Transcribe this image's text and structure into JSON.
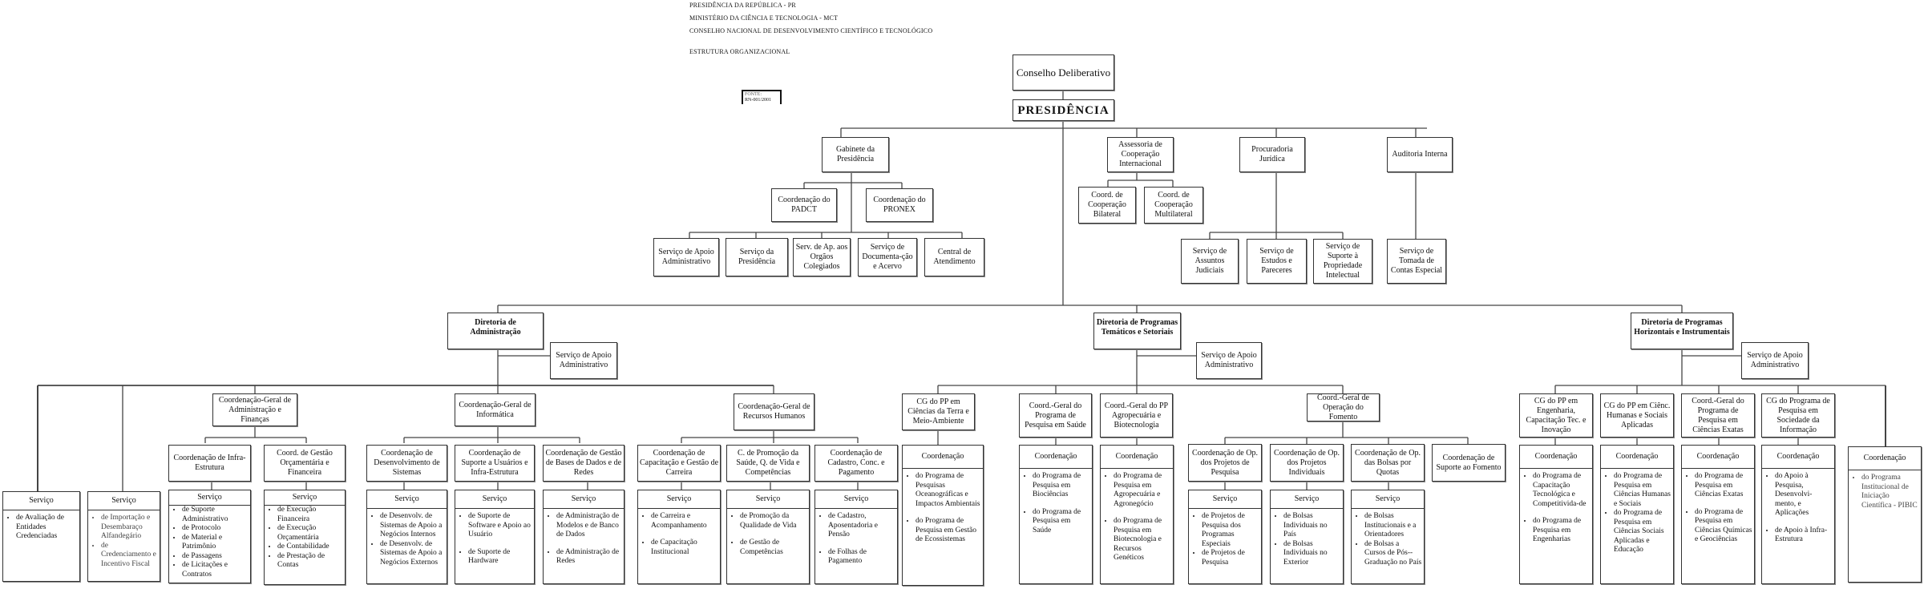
{
  "header": {
    "line1": "PRESIDÊNCIA DA REPÚBLICA - PR",
    "line2": "MINISTÉRIO DA CIÊNCIA E TECNOLOGIA - MCT",
    "line3": "CONSELHO NACIONAL DE DESENVOLVIMENTO CIENTÍFICO E TECNOLÓGICO",
    "line4": "ESTRUTURA ORGANIZACIONAL",
    "fonte_label": "FONTE:",
    "fonte_value": "RN-001/2001"
  },
  "top": {
    "conselho": "Conselho Deliberativo",
    "presidencia": "PRESIDÊNCIA"
  },
  "gabinete": {
    "title": "Gabinete da Presidência",
    "coords": [
      "Coordenação do PADCT",
      "Coordenação do PRONEX"
    ],
    "servicos": [
      "Serviço de Apoio Administrativo",
      "Serviço da Presidência",
      "Serv. de Ap. aos Orgãos Colegiados",
      "Serviço de Documenta-ção e Acervo",
      "Central de Atendimento"
    ]
  },
  "assessoria": {
    "title": "Assessoria de Cooperação Internacional",
    "coords": [
      "Coord. de Cooperação Bilateral",
      "Coord. de Cooperação Multilateral"
    ]
  },
  "procuradoria": {
    "title": "Procuradoria Jurídica",
    "servicos": [
      "Serviço de Assuntos Judiciais",
      "Serviço de Estudos e Pareceres",
      "Serviço de Suporte à Propriedade Intelectual"
    ]
  },
  "auditoria": {
    "title": "Auditoria Interna",
    "servicos": [
      "Serviço de Tomada de Contas Especial"
    ]
  },
  "dir_admin": {
    "title": "Diretoria de Administração",
    "apoio": "Serviço de Apoio Administrativo",
    "servicos_diretos": [
      {
        "header": "Serviço",
        "items": [
          "de Avaliação de Entidades Credenciadas"
        ]
      },
      {
        "header": "Serviço",
        "items": [
          "de Importação e Desembaraço Alfandegário",
          "de Credenciamento e Incentivo Fiscal"
        ]
      }
    ],
    "cgs": [
      {
        "title": "Coordenação-Geral de Administração e Finanças",
        "coords": [
          {
            "title": "Coordenação de Infra-Estrutura",
            "header": "Serviço",
            "items": [
              "de Suporte Administrativo",
              "de Protocolo",
              "de Material e Patrimônio",
              "de Passagens",
              "de Licitações e Contratos"
            ]
          },
          {
            "title": "Coord. de Gestão Orçamentária e Financeira",
            "header": "Serviço",
            "items": [
              "de Execução Financeira",
              "de Execução Orçamentária",
              "de Contabilidade",
              "de Prestação de Contas"
            ]
          }
        ]
      },
      {
        "title": "Coordenação-Geral de Informática",
        "coords": [
          {
            "title": "Coordenação de Desenvolvimento de Sistemas",
            "header": "Serviço",
            "items": [
              "de Desenvolv. de Sistemas de Apoio a Negócios Internos",
              "de Desenvolv. de Sistemas de Apoio a Negócios Externos"
            ]
          },
          {
            "title": "Coordenação de Suporte a Usuários e Infra-Estrutura",
            "header": "Serviço",
            "items": [
              "de Suporte de Software e Apoio ao Usuário",
              "de Suporte de Hardware"
            ]
          },
          {
            "title": "Coordenação de Gestão de Bases de Dados e de Redes",
            "header": "Serviço",
            "items": [
              "de Administração de Modelos e de Banco de Dados",
              "de Administração de Redes"
            ]
          }
        ]
      },
      {
        "title": "Coordenação-Geral de Recursos Humanos",
        "coords": [
          {
            "title": "Coordenação de Capacitação e Gestão de Carreira",
            "header": "Serviço",
            "items": [
              "de Carreira e Acompanhamento",
              "de Capacitação Institucional"
            ]
          },
          {
            "title": "C. de Promoção da Saúde, Q. de Vida e Competências",
            "header": "Serviço",
            "items": [
              "de Promoção da Qualidade de Vida",
              "de Gestão de Competências"
            ]
          },
          {
            "title": "Coordenação de Cadastro, Conc. e Pagamento",
            "header": "Serviço",
            "items": [
              "de Cadastro, Aposentadoria e Pensão",
              "de Folhas de Pagamento"
            ]
          }
        ]
      }
    ]
  },
  "dir_tematicos": {
    "title": "Diretoria de Programas Temáticos e Setoriais",
    "apoio": "Serviço de Apoio Administrativo",
    "cgs": [
      {
        "title": "CG do PP em Ciências da Terra e Meio-Ambiente",
        "header": "Coordenação",
        "items": [
          "do Programa de Pesquisas Oceanográficas e Impactos Ambientais",
          "do Programa de Pesquisa em Gestão de Ecossistemas"
        ]
      },
      {
        "title": "Coord.-Geral do Programa de Pesquisa em Saúde",
        "header": "Coordenação",
        "items": [
          "do Programa de Pesquisa em Biociências",
          "do Programa de Pesquisa em Saúde"
        ]
      },
      {
        "title": "Coord.-Geral do PP Agropecuária e Biotecnologia",
        "header": "Coordenação",
        "items": [
          "do Programa de Pesquisa em Agropecuária e Agronegócio",
          "do Programa de Pesquisa em Biotecnologia e Recursos Genéticos"
        ]
      }
    ],
    "fomento": {
      "title": "Coord.-Geral de Operação do Fomento",
      "coords": [
        {
          "title": "Coordenação de Op. dos Projetos de Pesquisa",
          "header": "Serviço",
          "items": [
            "de Projetos de Pesquisa dos Programas Especiais",
            "de Projetos de Pesquisa"
          ]
        },
        {
          "title": "Coordenação de Op. dos Projetos Individuais",
          "header": "Serviço",
          "items": [
            "de Bolsas Individuais no País",
            "de Bolsas Individuais no Exterior"
          ]
        },
        {
          "title": "Coordenação de Op. das Bolsas por Quotas",
          "header": "Serviço",
          "items": [
            "de Bolsas Institucionais e a Orientadores",
            "de Bolsas a Cursos de Pós--Graduação no País"
          ]
        },
        {
          "title": "Coordenação de Suporte ao Fomento"
        }
      ]
    }
  },
  "dir_horizontais": {
    "title": "Diretoria de Programas Horizontais e Instrumentais",
    "apoio": "Serviço de Apoio Administrativo",
    "cgs": [
      {
        "title": "CG do PP em Engenharia, Capacitação Tec. e Inovação",
        "header": "Coordenação",
        "items": [
          "do Programa de Capacitação Tecnológica e Competitivida-de",
          "do Programa de Pesquisa em Engenharias"
        ]
      },
      {
        "title": "CG do PP em Ciênc. Humanas e Sociais Aplicadas",
        "header": "Coordenação",
        "items": [
          "do Programa de Pesquisa em Ciências Humanas e Sociais",
          "do Programa de Pesquisa em Ciências Sociais Aplicadas e Educação"
        ]
      },
      {
        "title": "Coord.-Geral do Programa de Pesquisa em Ciências Exatas",
        "header": "Coordenação",
        "items": [
          "do Programa de Pesquisa em Ciências Exatas",
          "do Programa de Pesquisa em Ciências Químicas e Geociências"
        ]
      },
      {
        "title": "CG do Programa de Pesquisa em Sociedade da Informação",
        "header": "Coordenação",
        "items": [
          "do Apoio à Pesquisa, Desenvolvi-mento, e Aplicações",
          "de Apoio à Infra-Estrutura"
        ]
      }
    ],
    "direta": {
      "header": "Coordenação",
      "items": [
        "do Programa Institucional de Iniciação Científica - PIBIC"
      ]
    }
  }
}
